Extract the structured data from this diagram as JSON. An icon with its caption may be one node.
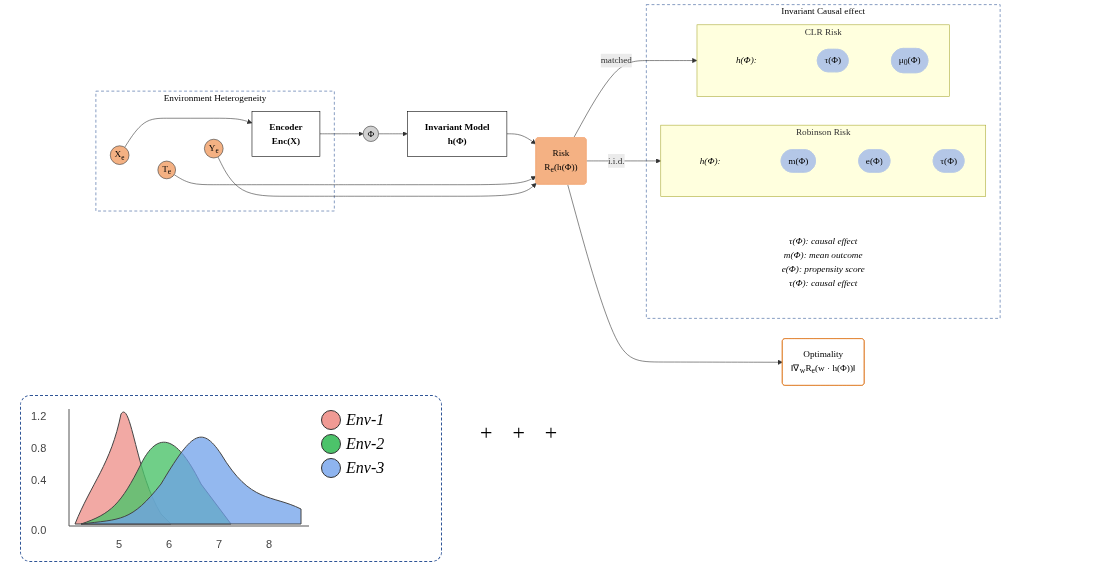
{
  "diagram": {
    "nodes": [
      {
        "text": [
          "Environment Heterogeneity"
        ]
      },
      {
        "text": [
          "X$_{e}$"
        ],
        "in": 0
      },
      {
        "text": [
          "T$_{e}$"
        ],
        "in": 0
      },
      {
        "text": [
          "Y$_{e}$"
        ],
        "in": 0
      },
      {
        "text": [
          "Encoder",
          "Enc(X)"
        ],
        "in": 0
      },
      {
        "text": [
          "Φ"
        ]
      },
      {
        "text": [
          "Invariant Model",
          "h(Φ)"
        ]
      },
      {
        "text": [
          "Risk",
          "R$_{e}$(h(Φ))"
        ]
      },
      {
        "text": [
          "Optimality",
          "‖∇$_{w}$R$_{e}$(w · h(Φ))‖"
        ]
      },
      {
        "text": [
          "Invariant Causal effect",
          "τ(Φ): causal effect",
          "m(Φ): mean outcome",
          "e(Φ): propensity score",
          "τ(Φ): causal effect"
        ]
      },
      {
        "text": [
          "Robinson Risk",
          "h(Φ):"
        ],
        "in": 9
      },
      {
        "text": [
          "m(Φ)"
        ],
        "in": 10
      },
      {
        "text": [
          "e(Φ)"
        ],
        "in": 10
      },
      {
        "text": [
          "τ(Φ)"
        ],
        "in": 10
      },
      {
        "text": [
          "CLR Risk",
          "h(Φ):"
        ],
        "in": 9
      },
      {
        "text": [
          "τ(Φ)"
        ],
        "in": 14
      },
      {
        "text": [
          "μ$_{0}$(Φ)"
        ],
        "in": 14
      }
    ],
    "edges": [
      {
        "from": 1,
        "to": 4,
        "arrow": "to"
      },
      {
        "from": 4,
        "to": 5,
        "arrow": "to"
      },
      {
        "from": 5,
        "to": 6,
        "arrow": "to"
      },
      {
        "from": 6,
        "to": 7,
        "arrow": "to"
      },
      {
        "from": 2,
        "to": 7,
        "arrow": "to"
      },
      {
        "from": 3,
        "to": 7,
        "arrow": "to"
      },
      {
        "from": 7,
        "to": 8,
        "arrow": "to"
      },
      {
        "from": 7,
        "to": 10,
        "arrow": "to",
        "label": "i.i.d."
      },
      {
        "from": 7,
        "to": 14,
        "arrow": "to",
        "label": "matched"
      }
    ],
    "labels": [
      "1.2",
      "0.8",
      "0.4",
      "0.0",
      "5",
      "6",
      "7",
      "8",
      "+",
      "+",
      "+"
    ],
    "legend": [
      {
        "text": "Env-1",
        "color": "#f09a94"
      },
      {
        "text": "Env-2",
        "color": "#4cc36a"
      },
      {
        "text": "Env-3",
        "color": "#8eb4ef"
      }
    ]
  }
}
